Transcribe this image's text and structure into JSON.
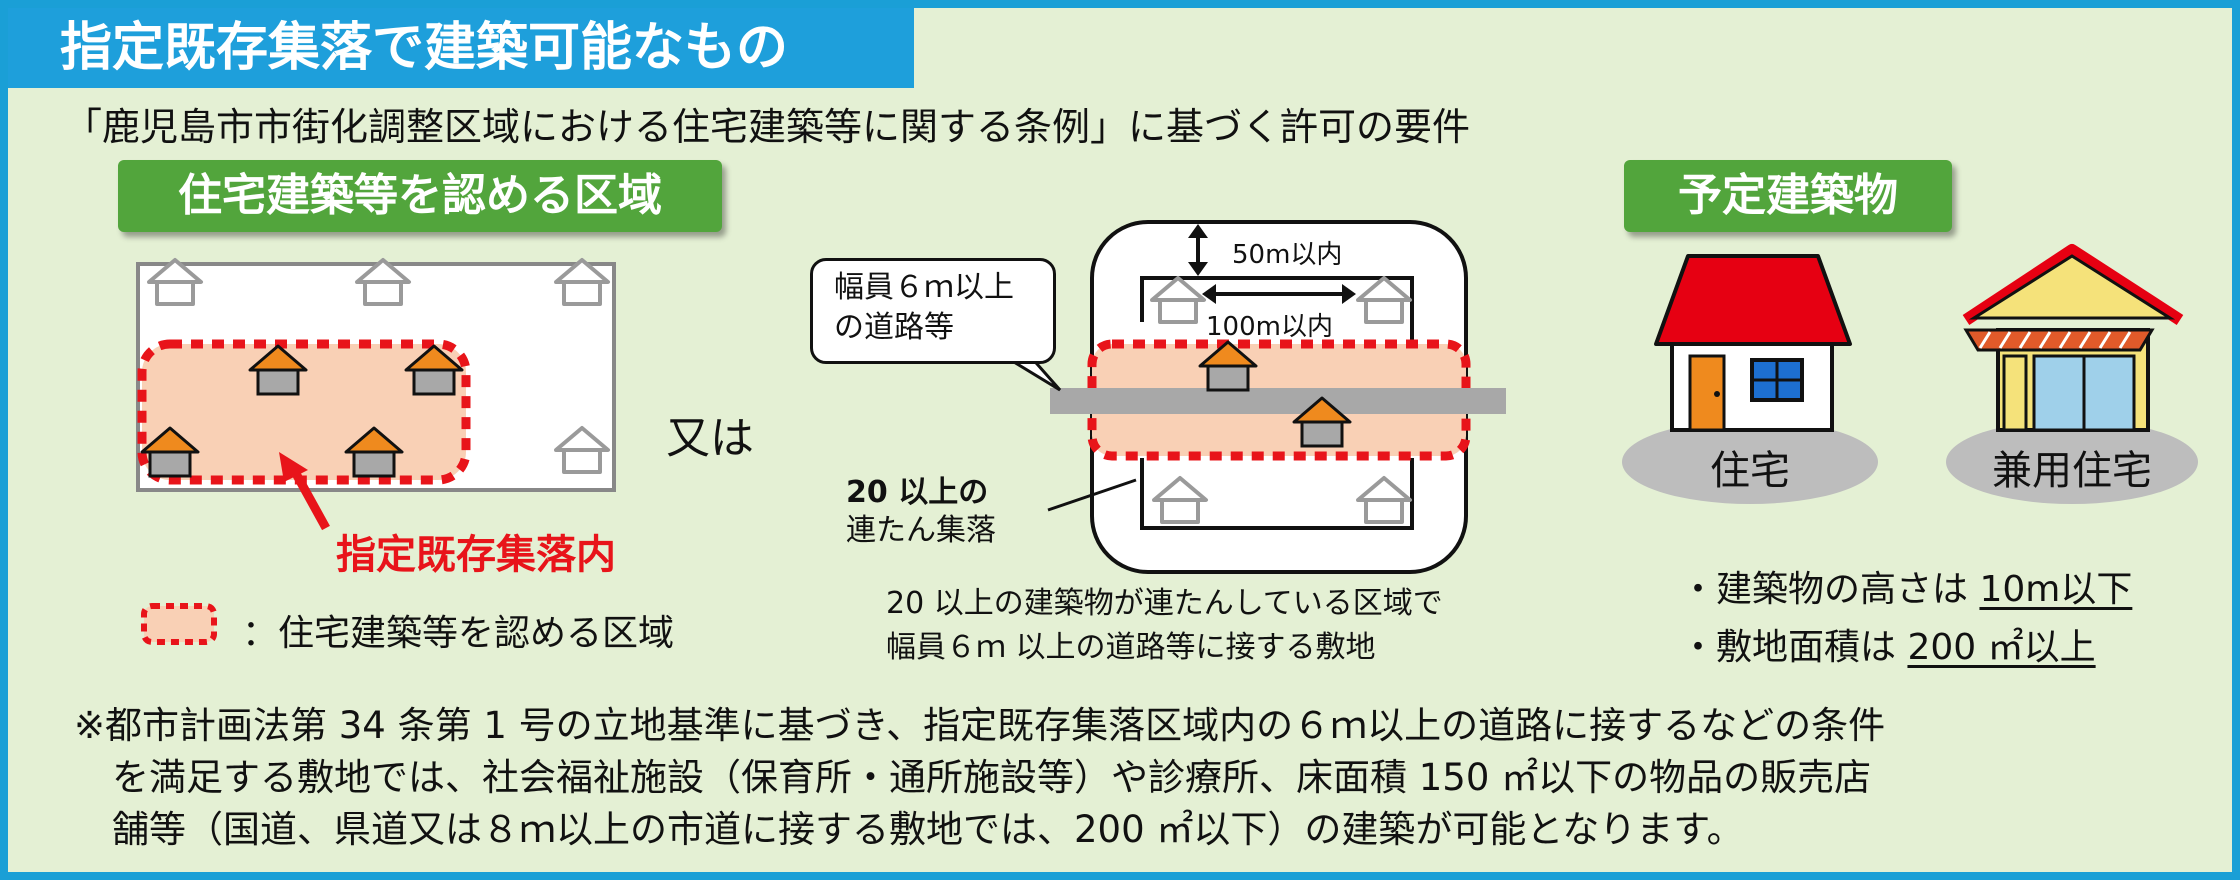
{
  "title": "指定既存集落で建築可能なもの",
  "subtitle": "「鹿児島市市街化調整区域における住宅建築等に関する条例」に基づく許可の要件",
  "left_panel": {
    "heading": "住宅建築等を認める区域",
    "or_label": "又は",
    "settlement_label": "指定既存集落内",
    "legend_label": "：住宅建築等を認める区域"
  },
  "middle_panel": {
    "road_callout": [
      "幅員６ｍ以上",
      "の道路等"
    ],
    "dim_50": "50m以内",
    "dim_100": "100m以内",
    "cluster_label": [
      "20 以上の",
      "連たん集落"
    ],
    "caption": [
      "20 以上の建築物が連たんしている区域で",
      "幅員６ｍ 以上の道路等に接する敷地"
    ]
  },
  "right_panel": {
    "heading": "予定建築物",
    "house_label": "住宅",
    "mixed_label": "兼用住宅",
    "req_height_prefix": "・建築物の高さは ",
    "req_height_value": "10m以下",
    "req_area_prefix": "・敷地面積は ",
    "req_area_value": "200 ㎡以上"
  },
  "footnote": [
    "※都市計画法第 34 条第 1 号の立地基準に基づき、指定既存集落区域内の６ｍ以上の道路に接するなどの条件",
    "を満足する敷地では、社会福祉施設（保育所・通所施設等）や診療所、床面積 150 ㎡以下の物品の販売店",
    "舗等（国道、県道又は８ｍ以上の市道に接する敷地では、200 ㎡以下）の建築が可能となります。"
  ],
  "colors": {
    "frame": "#1a9fd6",
    "background": "#e4f0d4",
    "title_bar": "#1e9fdb",
    "pill": "#52a53c",
    "zone_fill": "#f9d0b5",
    "zone_border": "#e8141a",
    "house_roof": "#ef8a1e",
    "road": "#a8a8a8",
    "house_red_roof": "#e60012"
  }
}
